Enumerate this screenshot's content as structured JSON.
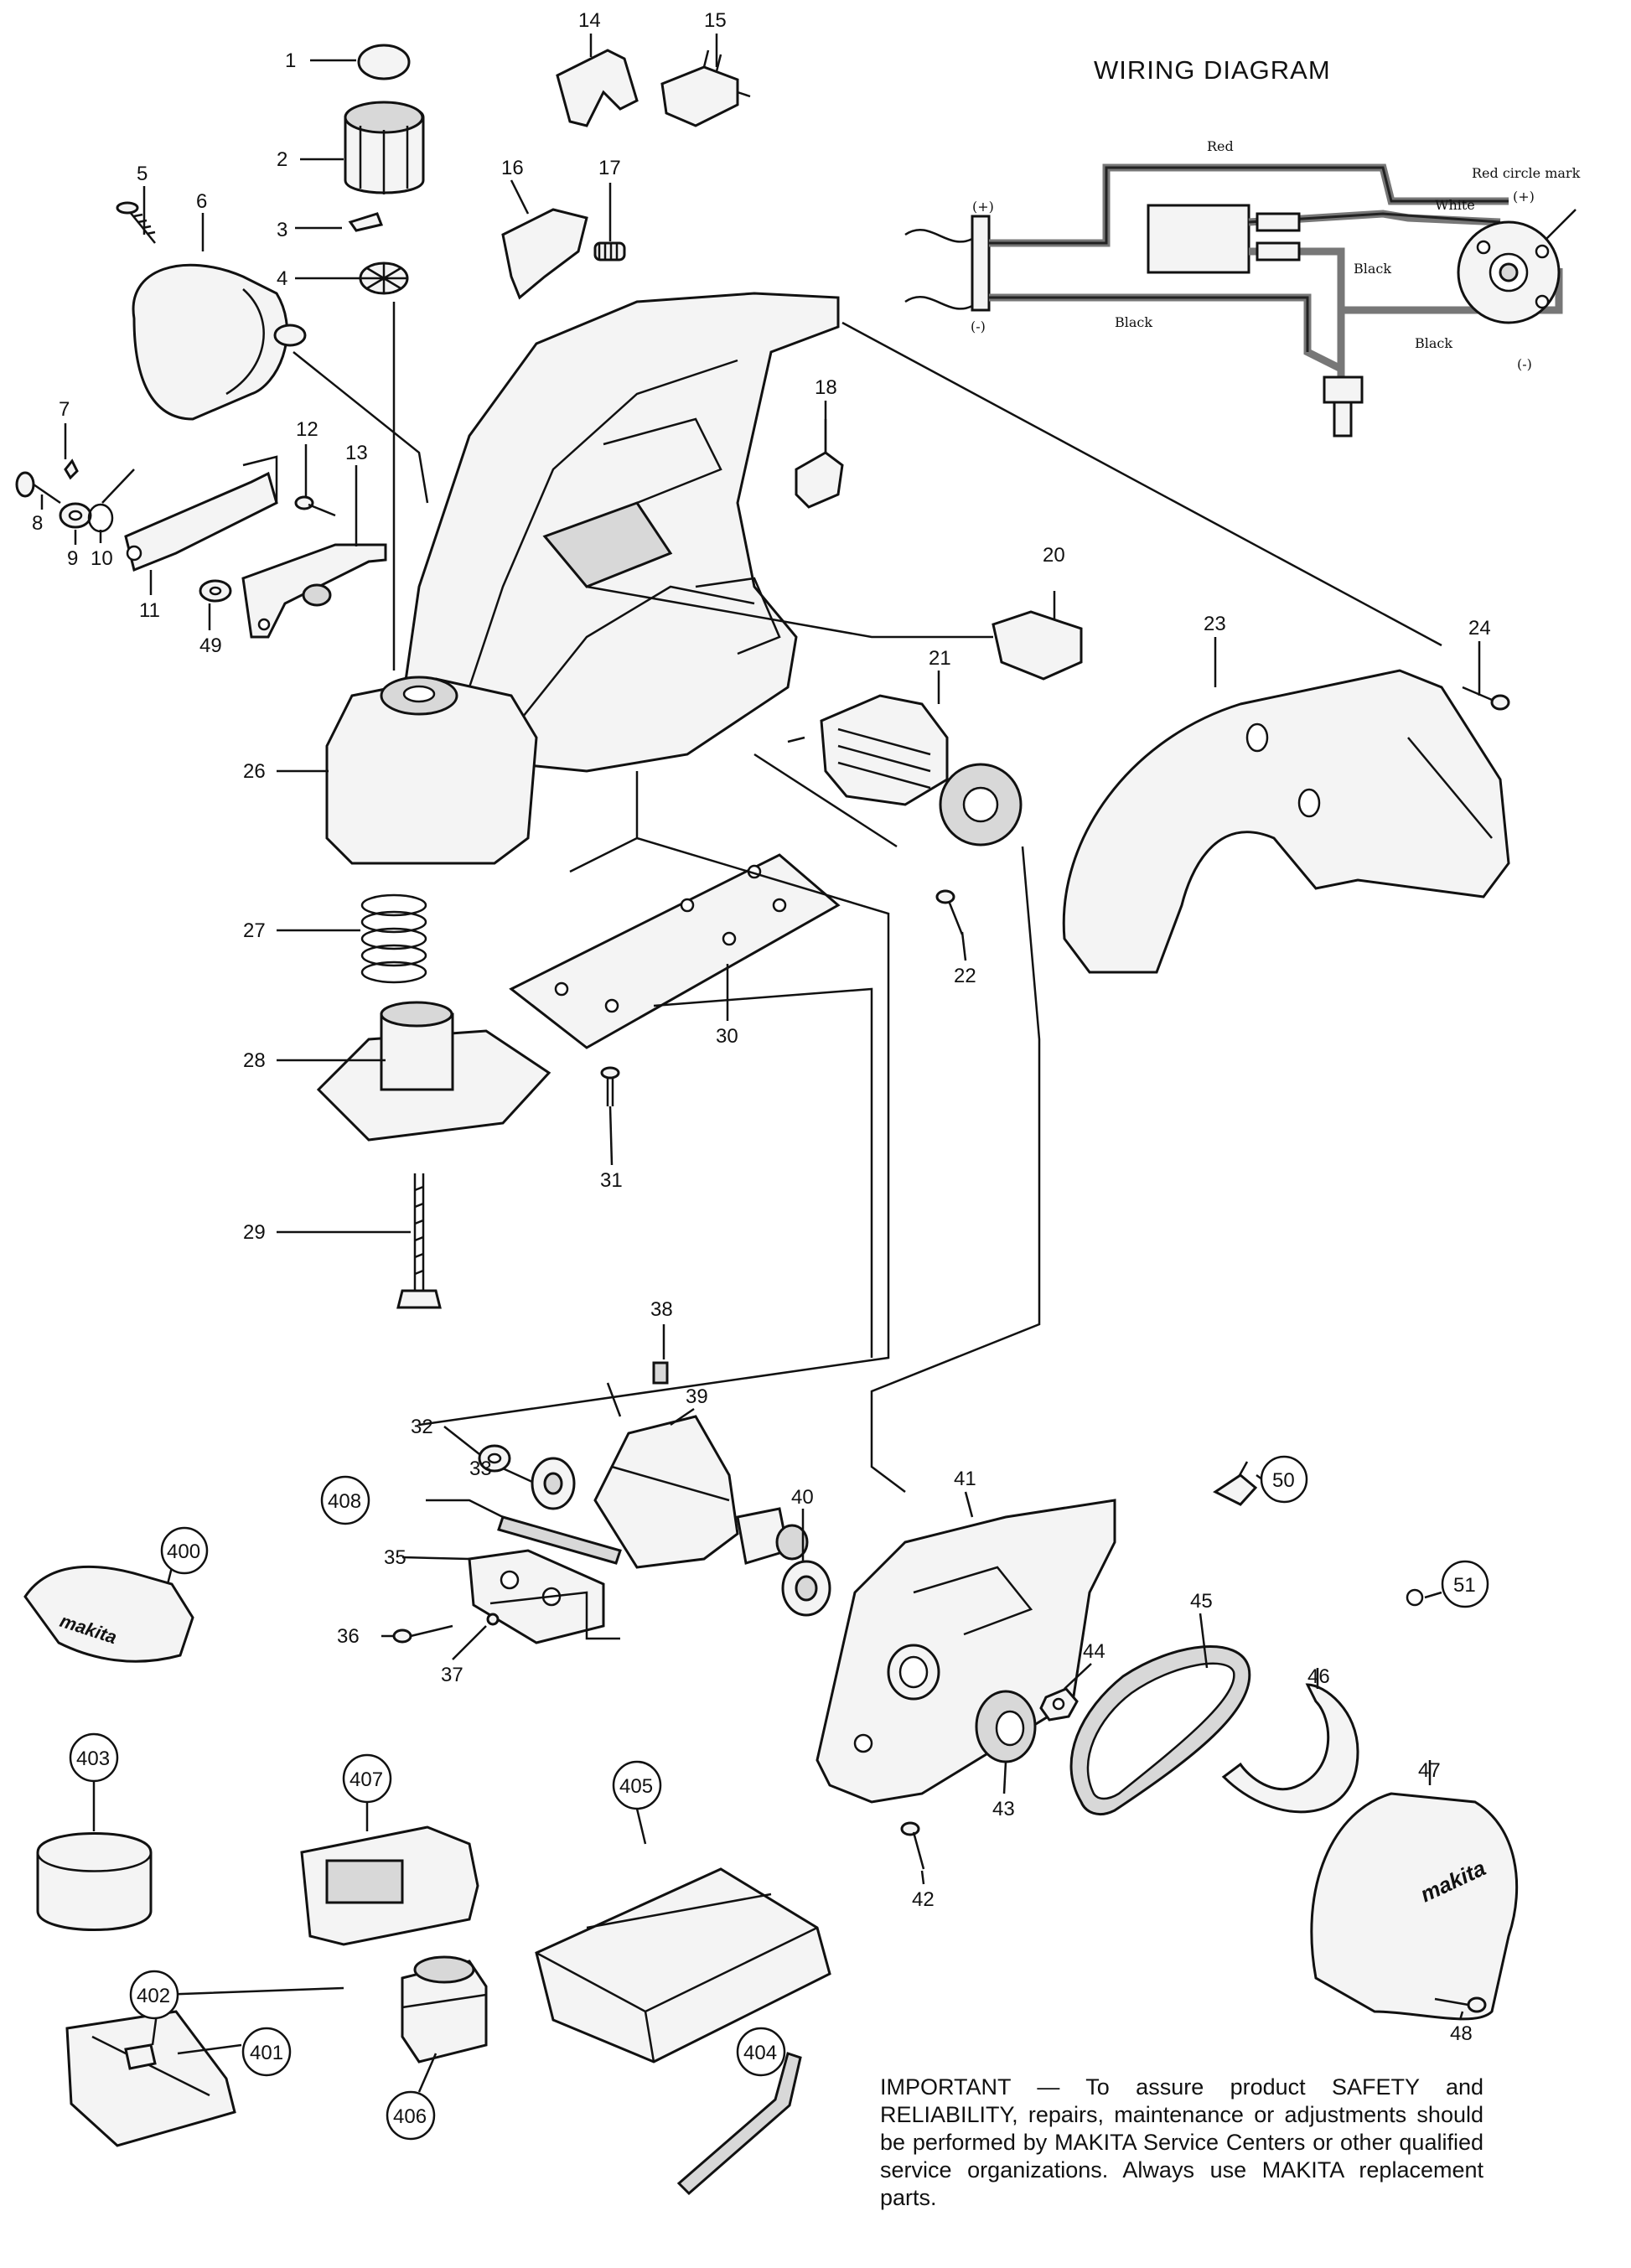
{
  "wiring": {
    "title": "WIRING DIAGRAM",
    "labels": {
      "red": "Red",
      "red_circle": "Red circle mark",
      "white": "White",
      "black_1": "Black",
      "black_2": "Black",
      "black_3": "Black",
      "plus_1": "(+)",
      "plus_2": "(+)",
      "minus_1": "(-)",
      "minus_2": "(-)"
    }
  },
  "callouts": {
    "c1": "1",
    "c2": "2",
    "c3": "3",
    "c4": "4",
    "c5": "5",
    "c6": "6",
    "c7": "7",
    "c8": "8",
    "c9": "9",
    "c10": "10",
    "c11": "11",
    "c12": "12",
    "c13": "13",
    "c14": "14",
    "c15": "15",
    "c16": "16",
    "c17": "17",
    "c18": "18",
    "c20": "20",
    "c21": "21",
    "c22": "22",
    "c23": "23",
    "c24": "24",
    "c26": "26",
    "c27": "27",
    "c28": "28",
    "c29": "29",
    "c30": "30",
    "c31": "31",
    "c32": "32",
    "c33": "33",
    "c35": "35",
    "c36": "36",
    "c37": "37",
    "c38": "38",
    "c39": "39",
    "c40": "40",
    "c41": "41",
    "c42": "42",
    "c43": "43",
    "c44": "44",
    "c45": "45",
    "c46": "46",
    "c47": "47",
    "c48": "48",
    "c49": "49",
    "c50": "50",
    "c51": "51",
    "c400": "400",
    "c401": "401",
    "c402": "402",
    "c403": "403",
    "c404": "404",
    "c405": "405",
    "c406": "406",
    "c407": "407",
    "c408": "408"
  },
  "brand_marks": {
    "makita": "makita"
  },
  "note": "IMPORTANT — To assure product SAFETY and RELIABILITY, repairs, maintenance or adjustments should be performed by MAKITA Service Centers or other qualified service organizations. Always use MAKITA replacement parts."
}
